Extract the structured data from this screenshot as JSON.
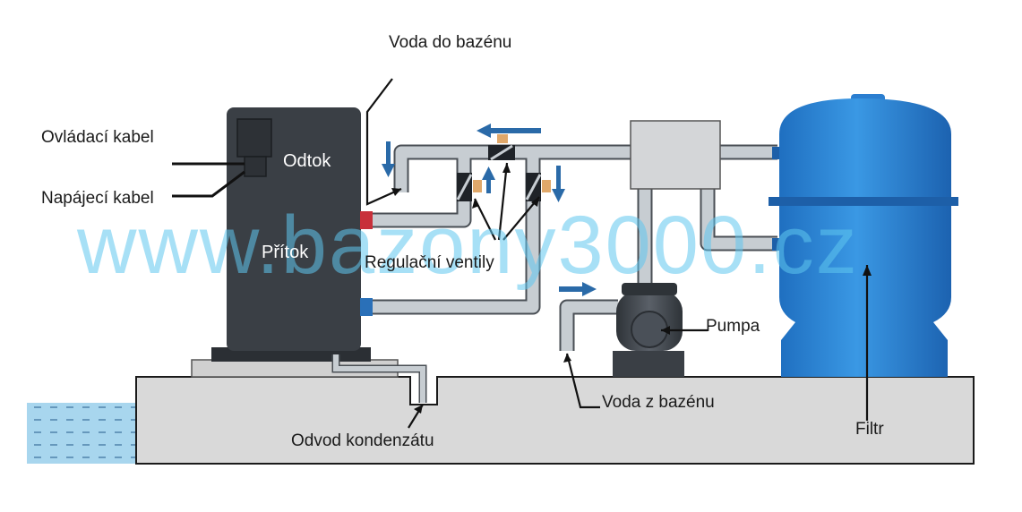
{
  "labels": {
    "voda_do_bazenu": "Voda do bazénu",
    "ovladaci_kabel": "Ovládací kabel",
    "napajeci_kabel": "Napájecí kabel",
    "odtok": "Odtok",
    "pritok": "Přítok",
    "regulacni_ventily": "Regulační ventily",
    "pumpa": "Pumpa",
    "voda_z_bazenu": "Voda z bazénu",
    "odvod_kondenzatu": "Odvod kondenzátu",
    "filtr": "Filtr"
  },
  "watermark": "www.bazony3000.cz",
  "colors": {
    "heat_pump": "#3a3f45",
    "pipe": "#c7cdd2",
    "pipe_outline": "#4a4f55",
    "slab": "#d8d8d8",
    "water": "#a8d6ee",
    "filter": "#2f86d6",
    "flow_arrow": "#2a6aa8",
    "watermark": "#5fc6ee"
  }
}
